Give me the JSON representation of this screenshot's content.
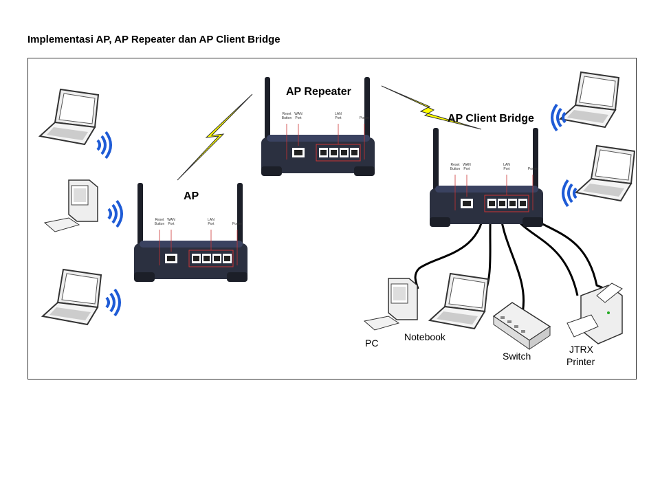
{
  "title": "Implementasi AP, AP Repeater  dan AP Client Bridge",
  "nodes": {
    "ap": "AP",
    "repeater": "AP Repeater",
    "client_bridge": "AP Client Bridge"
  },
  "router_labels": {
    "reset1": "Reset",
    "reset2": "Button",
    "wan1": "WAN",
    "wan2": "Port",
    "lan1": "LAN",
    "lan2": "Port",
    "power": "Power"
  },
  "devices": {
    "pc": "PC",
    "notebook": "Notebook",
    "switch": "Switch",
    "printer1": "JTRX",
    "printer2": "Printer"
  },
  "colors": {
    "lightning": "#ffff00",
    "wifi": "#1e5bd6",
    "router": "#2b3040"
  }
}
